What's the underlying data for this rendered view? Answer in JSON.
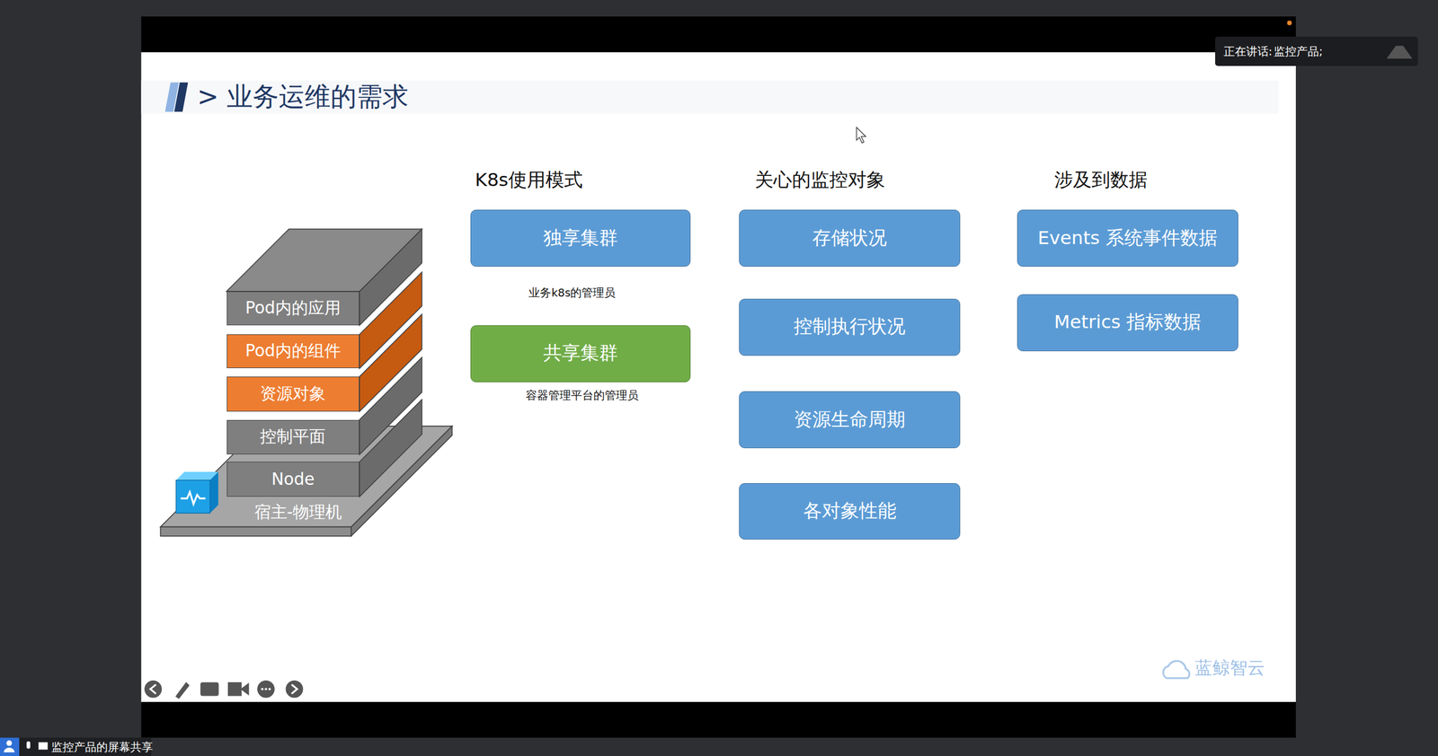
{
  "diagram": {
    "title": "> 业务运维的需求",
    "nodes": [
      {
        "text": [
          "Pod内的应用"
        ]
      },
      {
        "text": [
          "Pod内的组件"
        ]
      },
      {
        "text": [
          "资源对象"
        ]
      },
      {
        "text": [
          "控制平面"
        ]
      },
      {
        "text": [
          "Node"
        ]
      },
      {
        "text": [
          "宿主-物理机"
        ]
      },
      {
        "text": [
          "独享集群"
        ]
      },
      {
        "text": [
          "共享集群"
        ]
      },
      {
        "text": [
          "存储状况"
        ]
      },
      {
        "text": [
          "控制执行状况"
        ]
      },
      {
        "text": [
          "资源生命周期"
        ]
      },
      {
        "text": [
          "各对象性能"
        ]
      },
      {
        "text": [
          "Events 系统事件数据"
        ]
      },
      {
        "text": [
          "Metrics 指标数据"
        ]
      }
    ],
    "labels": [
      "K8s使用模式",
      "关心的监控对象",
      "涉及到数据",
      "业务k8s的管理员",
      "容器管理平台的管理员",
      "蓝鲸智云",
      "正在讲话:",
      "监控产品;",
      "监控产品的屏幕共享"
    ]
  }
}
